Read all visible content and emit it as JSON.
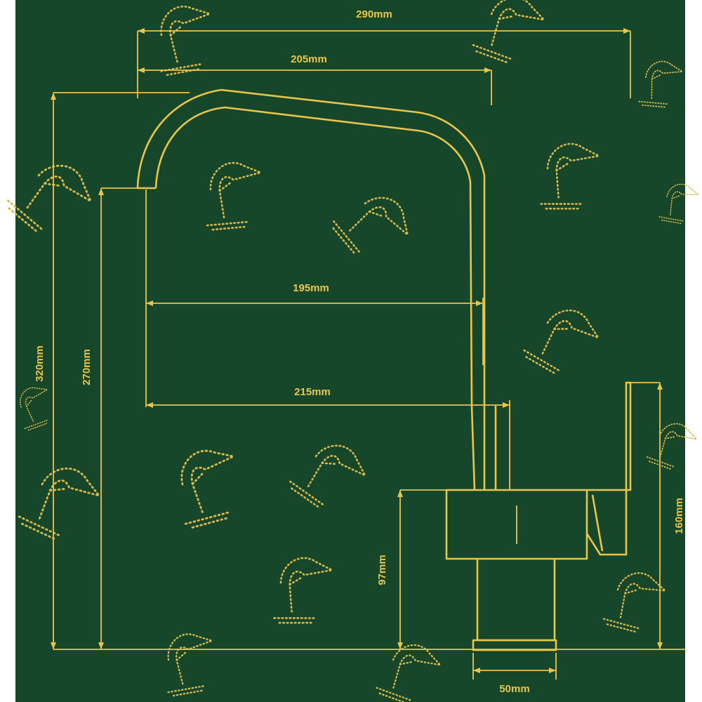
{
  "colors": {
    "background": "#17472a",
    "line": "#e9c54a",
    "pattern": "#d8b84a",
    "border": "#ffffff"
  },
  "dimensions": {
    "overall_width": "290mm",
    "spout_reach": "205mm",
    "inner_reach": "195mm",
    "outer_reach": "215mm",
    "overall_height": "320mm",
    "spout_height": "270mm",
    "body_height": "160mm",
    "base_height": "97mm",
    "base_width": "50mm"
  },
  "icons": [
    "faucet-pattern-icon"
  ]
}
